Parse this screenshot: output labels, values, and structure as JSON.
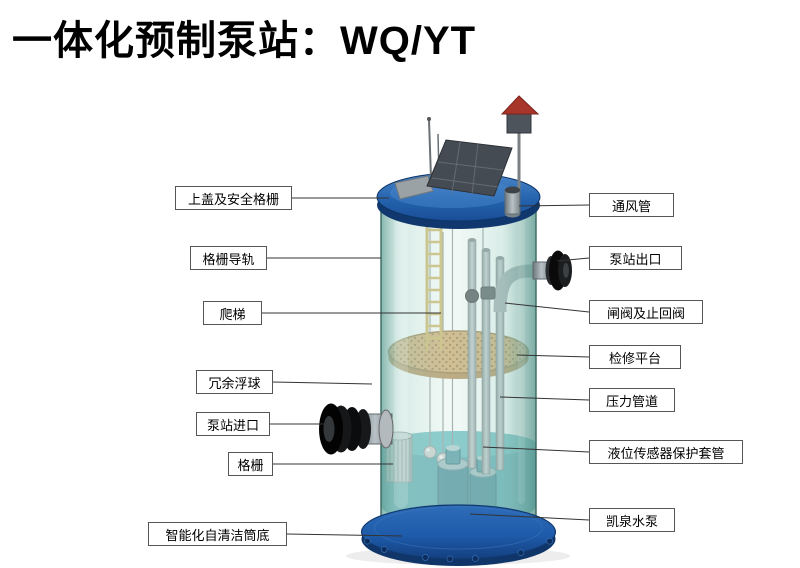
{
  "title": "一体化预制泵站：WQ/YT",
  "diagram": {
    "labels_left": [
      {
        "text": "上盖及安全格栅"
      },
      {
        "text": "格栅导轨"
      },
      {
        "text": "爬梯"
      },
      {
        "text": "冗余浮球"
      },
      {
        "text": "泵站进口"
      },
      {
        "text": "格栅"
      },
      {
        "text": "智能化自清洁筒底"
      }
    ],
    "labels_right": [
      {
        "text": "通风管"
      },
      {
        "text": "泵站出口"
      },
      {
        "text": "闸阀及止回阀"
      },
      {
        "text": "检修平台"
      },
      {
        "text": "压力管道"
      },
      {
        "text": "液位传感器保护套管"
      },
      {
        "text": "凯泉水泵"
      }
    ],
    "colors": {
      "title_color": "#000000",
      "line_color": "#333333",
      "label_border": "#555555",
      "lid_blue": "#2563ae",
      "base_blue": "#1e5cab",
      "water_teal": "#2f919c",
      "platform_tan": "#c99c5a",
      "platform_edge": "#8a6a30",
      "pump_teal": "#2e7d8c",
      "pipe_gray": "#95a0a4",
      "ladder_yellow": "#c9a94e"
    }
  }
}
